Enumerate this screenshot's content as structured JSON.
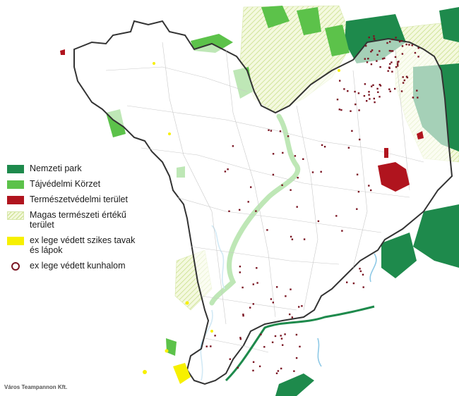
{
  "legend": {
    "items": [
      {
        "label": "Nemzeti park",
        "color": "#1e8a4c",
        "kind": "solid"
      },
      {
        "label": "Tájvédelmi Körzet",
        "color": "#5cc24a",
        "kind": "solid"
      },
      {
        "label": "Természetvédelmi terület",
        "color": "#b0141e",
        "kind": "solid"
      },
      {
        "label": "Magas természeti értékű terület",
        "color": "#c9df8a",
        "kind": "hatch"
      },
      {
        "label": "ex lege védett szikes tavak és lápok",
        "color": "#f7f000",
        "kind": "solid"
      },
      {
        "label": "ex lege védett kunhalom",
        "color": "#7a1522",
        "kind": "ring"
      }
    ]
  },
  "credit": "Város Teampannon Kft.",
  "colors": {
    "border": "#333333",
    "river": "#8ec9e6",
    "municipal": "#c8c8c8",
    "kunhalom": "#7a1522"
  }
}
